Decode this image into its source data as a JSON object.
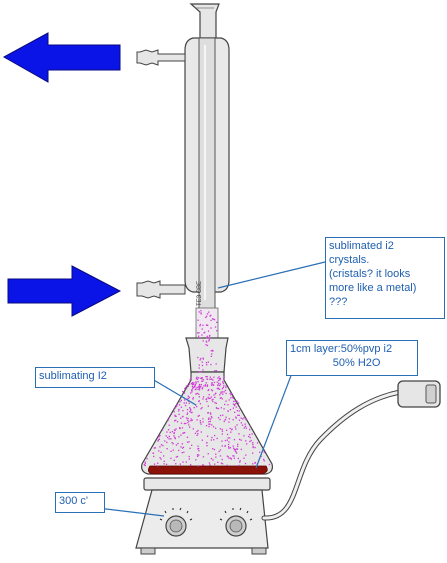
{
  "labels": {
    "crystals": "sublimated i2\ncrystals.\n(cristals? it looks\nmore like a metal)\n???",
    "sublimating": "sublimating I2",
    "layer": "1cm layer:50%pvp i2\n              50% H2O",
    "temperature": "300 c'"
  },
  "condenser_markings": "ТЕЗ СВЕ",
  "colors": {
    "arrow": "#0a14e6",
    "callout_text": "#1f5fb0",
    "callout_border": "#2a6fb5",
    "iodine_vapor": "#d13ad6",
    "liquid_layer": "#8a1208",
    "glass": "#e8e8e8",
    "outline": "#333333"
  },
  "icons": {
    "outflow_arrow": "arrow-left-icon",
    "inflow_arrow": "arrow-right-icon",
    "hotplate_knob_left": "knob-icon",
    "hotplate_knob_right": "knob-icon"
  }
}
